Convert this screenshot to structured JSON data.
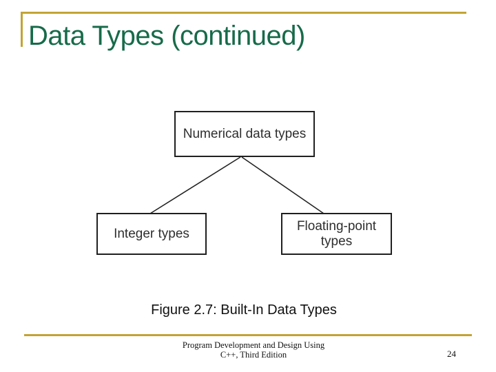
{
  "slide": {
    "title": "Data Types (continued)",
    "caption": "Figure 2.7: Built-In Data Types",
    "footer": {
      "line1": "Program Development and Design Using",
      "line2": "C++, Third Edition",
      "page_number": "24"
    }
  },
  "diagram": {
    "root_label": "Numerical data types",
    "children": [
      "Integer types",
      "Floating-point types"
    ]
  },
  "colors": {
    "title_green": "#176B4A",
    "accent_gold": "#C3A332",
    "diagram_ink": "#2E2E2E"
  }
}
